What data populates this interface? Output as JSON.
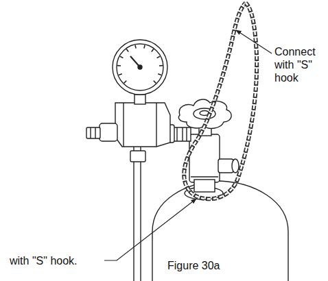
{
  "diagram": {
    "caption": "Figure 30a",
    "labels": [
      "Connect with \"S\" hook",
      "with \"S\" hook."
    ]
  }
}
